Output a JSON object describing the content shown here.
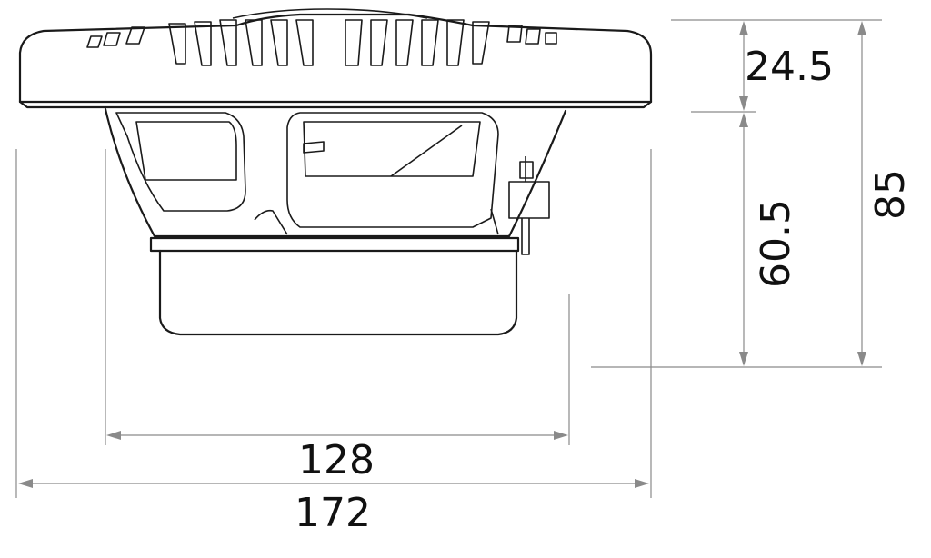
{
  "dimensions": {
    "outer_width": "172",
    "basket_width": "128",
    "total_depth": "85",
    "top_depth": "24.5",
    "bottom_depth": "60.5"
  },
  "colors": {
    "line": "#1a1a1a",
    "dimension_line": "#8a8a8a",
    "background": "#ffffff"
  }
}
